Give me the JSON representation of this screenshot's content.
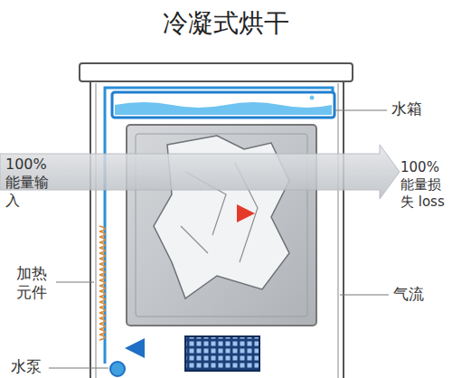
{
  "diagram": {
    "title": "冷凝式烘干",
    "labels": [
      "水箱",
      "100% 能量输入",
      "100%能量损失 loss",
      "加热元件",
      "气流",
      "水泵"
    ]
  }
}
